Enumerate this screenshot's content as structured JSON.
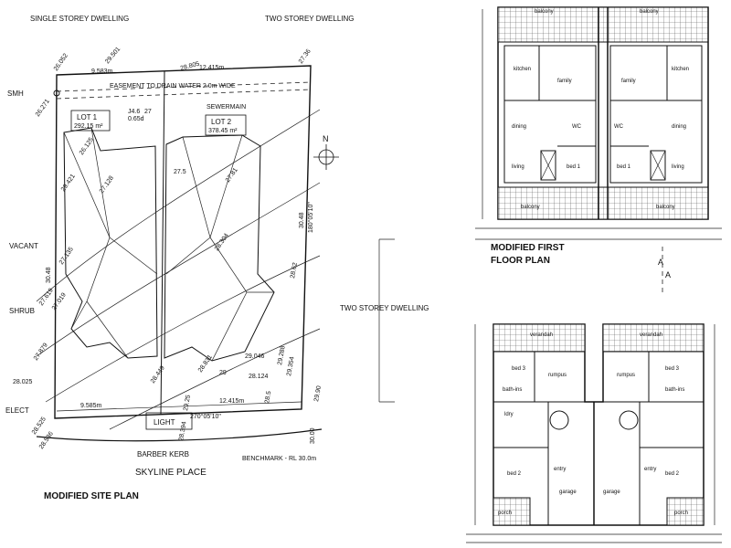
{
  "site_plan": {
    "title": "MODIFIED SITE PLAN",
    "street": "SKYLINE PLACE",
    "kerb": "BARBER KERB",
    "benchmark": "BENCHMARK - RL 30.0m",
    "lots": [
      {
        "label": "LOT 1",
        "area": "292.15 m²"
      },
      {
        "label": "LOT 2",
        "area": "378.45 m²"
      }
    ],
    "neighbours": {
      "north_left": "SINGLE STOREY DWELLING",
      "north_right": "TWO STOREY DWELLING",
      "east": "TWO STOREY DWELLING",
      "west": "VACANT"
    },
    "easement": "EASEMENT TO DRAIN WATER 2.0m WIDE",
    "sewermain": "SEWERMAIN",
    "features": {
      "smh": "SMH",
      "shrub": "SHRUB",
      "elect": "ELECT",
      "light": "LIGHT",
      "north": "N",
      "junction": "J4.6",
      "junction_depth": "0.65d"
    },
    "dimensions": {
      "front_left": "9.585m",
      "front_right": "12.415m",
      "rear_left": "9.583m",
      "rear_right": "12.415m",
      "side_left": "30.48",
      "side_right": "30.48",
      "bearing_front": "270°05'10\"",
      "bearing_side": "180°05'10\""
    },
    "levels": [
      "26.052",
      "29.501",
      "28.805",
      "27.36",
      "26.271",
      "27",
      "27.5",
      "27.128",
      "29.421",
      "27.135",
      "28.304",
      "28.62",
      "27.619",
      "27.879",
      "28.025",
      "28.449",
      "28.831",
      "29.046",
      "29.288",
      "29.354",
      "29",
      "28.124",
      "29.25",
      "28.5",
      "29.90",
      "28.525",
      "28.536",
      "28.394",
      "30.00",
      "26.125",
      "27.019",
      "27.81"
    ]
  },
  "first_floor": {
    "title_line1": "MODIFIED FIRST",
    "title_line2": "FLOOR PLAN",
    "rooms": [
      "balcony",
      "balcony",
      "kitchen",
      "family",
      "family",
      "kitchen",
      "dining",
      "WC",
      "WC",
      "dining",
      "living",
      "bed 1",
      "bed 1",
      "living",
      "balcony",
      "balcony"
    ]
  },
  "ground_floor": {
    "rooms": [
      "verandah",
      "verandah",
      "bed 3",
      "rumpus",
      "rumpus",
      "bed 3",
      "bath-ins",
      "ldry",
      "bath-ins",
      "bed 2",
      "entry",
      "garage",
      "garage",
      "entry",
      "bed 2",
      "porch",
      "porch"
    ]
  },
  "section_marks": [
    "A",
    "A"
  ]
}
